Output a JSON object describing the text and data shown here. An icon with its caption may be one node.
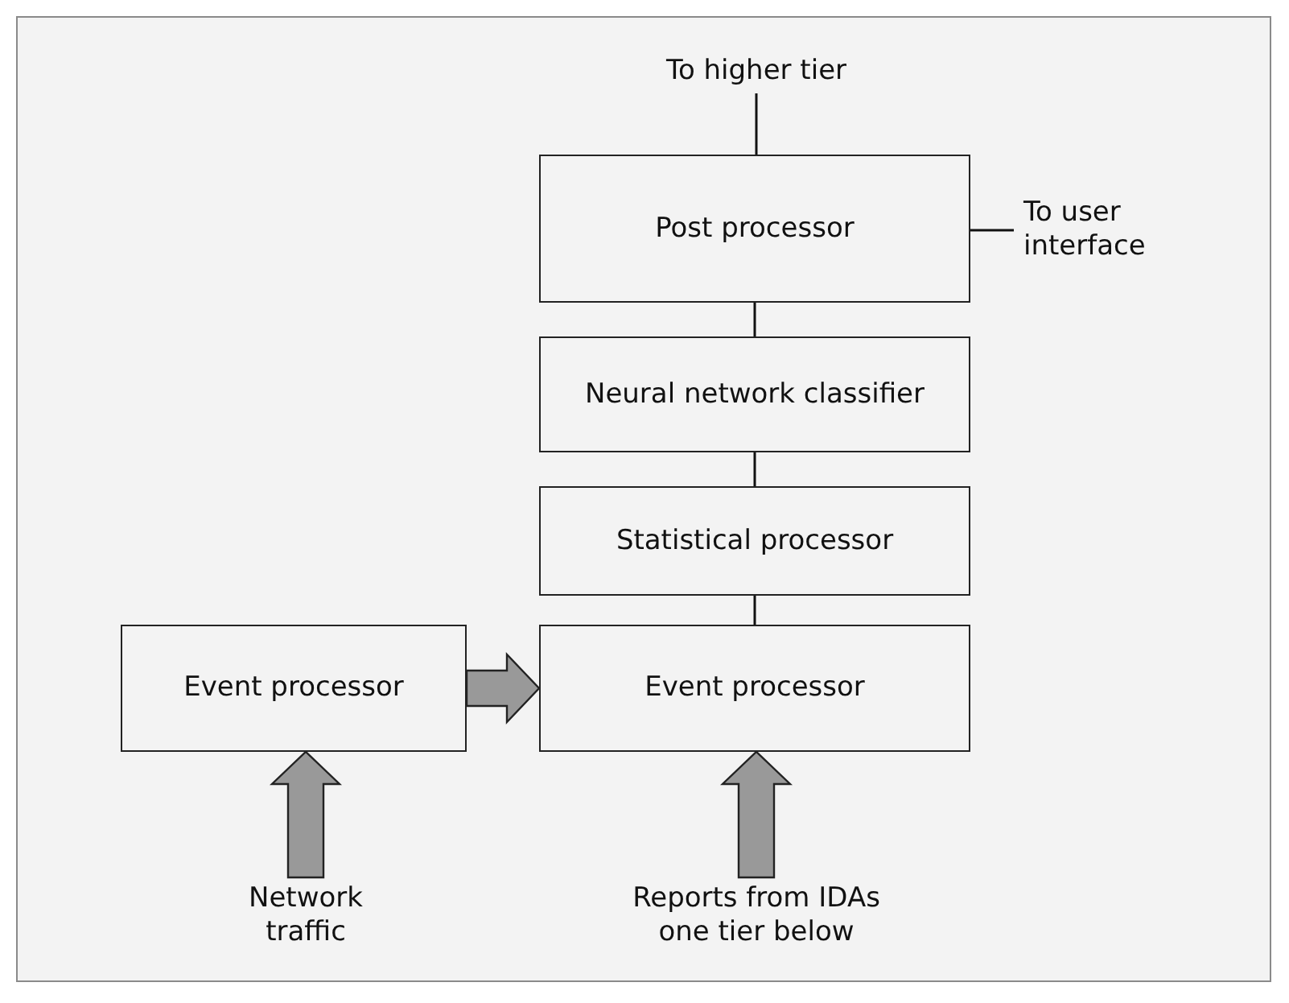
{
  "diagram": {
    "nodes": [
      {
        "text": [
          "To higher tier"
        ]
      },
      {
        "text": [
          "Post processor"
        ]
      },
      {
        "text": [
          "To user interface"
        ]
      },
      {
        "text": [
          "Neural network classifier"
        ]
      },
      {
        "text": [
          "Statistical processor"
        ]
      },
      {
        "text": [
          "Event processor"
        ]
      },
      {
        "text": [
          "Event processor"
        ]
      },
      {
        "text": [
          "Network traffic"
        ]
      },
      {
        "text": [
          "Reports from IDAs one tier below"
        ]
      }
    ],
    "edges": [
      {
        "from": 1,
        "to": 0,
        "arrow": "none"
      },
      {
        "from": 1,
        "to": 2,
        "arrow": "none"
      },
      {
        "from": 1,
        "to": 3,
        "arrow": "none"
      },
      {
        "from": 3,
        "to": 4,
        "arrow": "none"
      },
      {
        "from": 4,
        "to": 6,
        "arrow": "none"
      },
      {
        "from": 5,
        "to": 6,
        "arrow": "to",
        "style": "thick",
        "color": "#999999"
      },
      {
        "from": 7,
        "to": 5,
        "arrow": "to",
        "style": "thick",
        "color": "#999999"
      },
      {
        "from": 8,
        "to": 6,
        "arrow": "to",
        "style": "thick",
        "color": "#999999"
      }
    ]
  }
}
